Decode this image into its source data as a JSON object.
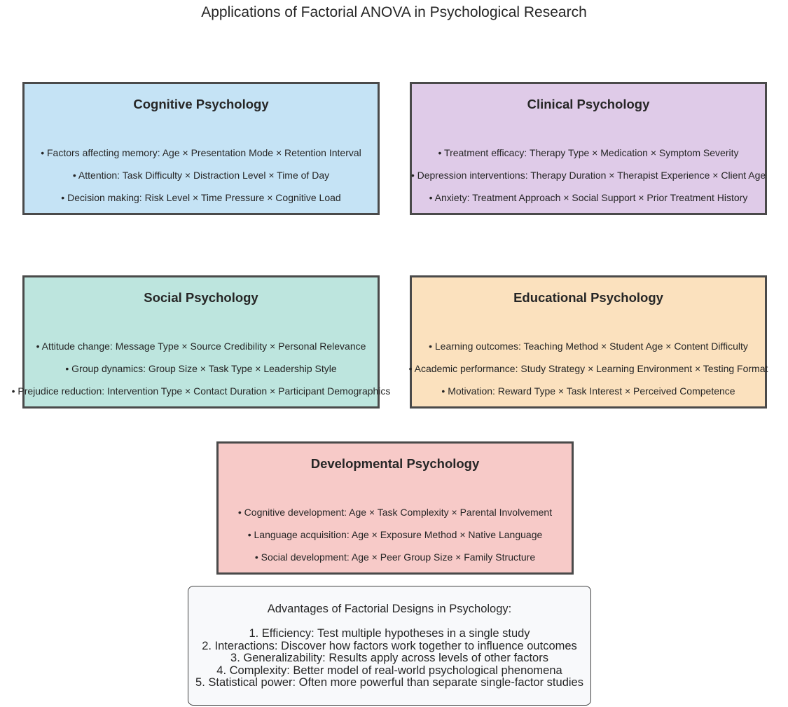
{
  "title": "Applications of Factorial ANOVA in Psychological Research",
  "colors": {
    "cognitive": "#c5e3f5",
    "clinical": "#dfcbe8",
    "social": "#bde5de",
    "educational": "#fbe1be",
    "developmental": "#f7cac8",
    "advantages_bg": "#f8f9fb",
    "border": "#4a4a4a",
    "text": "#262626"
  },
  "areas": [
    {
      "key": "cognitive",
      "heading": "Cognitive Psychology",
      "items": [
        "• Factors affecting memory: Age × Presentation Mode × Retention Interval",
        "• Attention: Task Difficulty × Distraction Level × Time of Day",
        "• Decision making: Risk Level × Time Pressure × Cognitive Load"
      ]
    },
    {
      "key": "clinical",
      "heading": "Clinical Psychology",
      "items": [
        "• Treatment efficacy: Therapy Type × Medication × Symptom Severity",
        "• Depression interventions: Therapy Duration × Therapist Experience × Client Age",
        "• Anxiety: Treatment Approach × Social Support × Prior Treatment History"
      ]
    },
    {
      "key": "social",
      "heading": "Social Psychology",
      "items": [
        "• Attitude change: Message Type × Source Credibility × Personal Relevance",
        "• Group dynamics: Group Size × Task Type × Leadership Style",
        "• Prejudice reduction: Intervention Type × Contact Duration × Participant Demographics"
      ]
    },
    {
      "key": "educational",
      "heading": "Educational Psychology",
      "items": [
        "• Learning outcomes: Teaching Method × Student Age × Content Difficulty",
        "• Academic performance: Study Strategy × Learning Environment × Testing Format",
        "• Motivation: Reward Type × Task Interest × Perceived Competence"
      ]
    },
    {
      "key": "developmental",
      "heading": "Developmental Psychology",
      "items": [
        "• Cognitive development: Age × Task Complexity × Parental Involvement",
        "• Language acquisition: Age × Exposure Method × Native Language",
        "• Social development: Age × Peer Group Size × Family Structure"
      ]
    }
  ],
  "advantages": {
    "heading": "Advantages of Factorial Designs in Psychology:",
    "items": [
      "1. Efficiency: Test multiple hypotheses in a single study",
      "2. Interactions: Discover how factors work together to influence outcomes",
      "3. Generalizability: Results apply across levels of other factors",
      "4. Complexity: Better model of real-world psychological phenomena",
      "5. Statistical power: Often more powerful than separate single-factor studies"
    ]
  }
}
